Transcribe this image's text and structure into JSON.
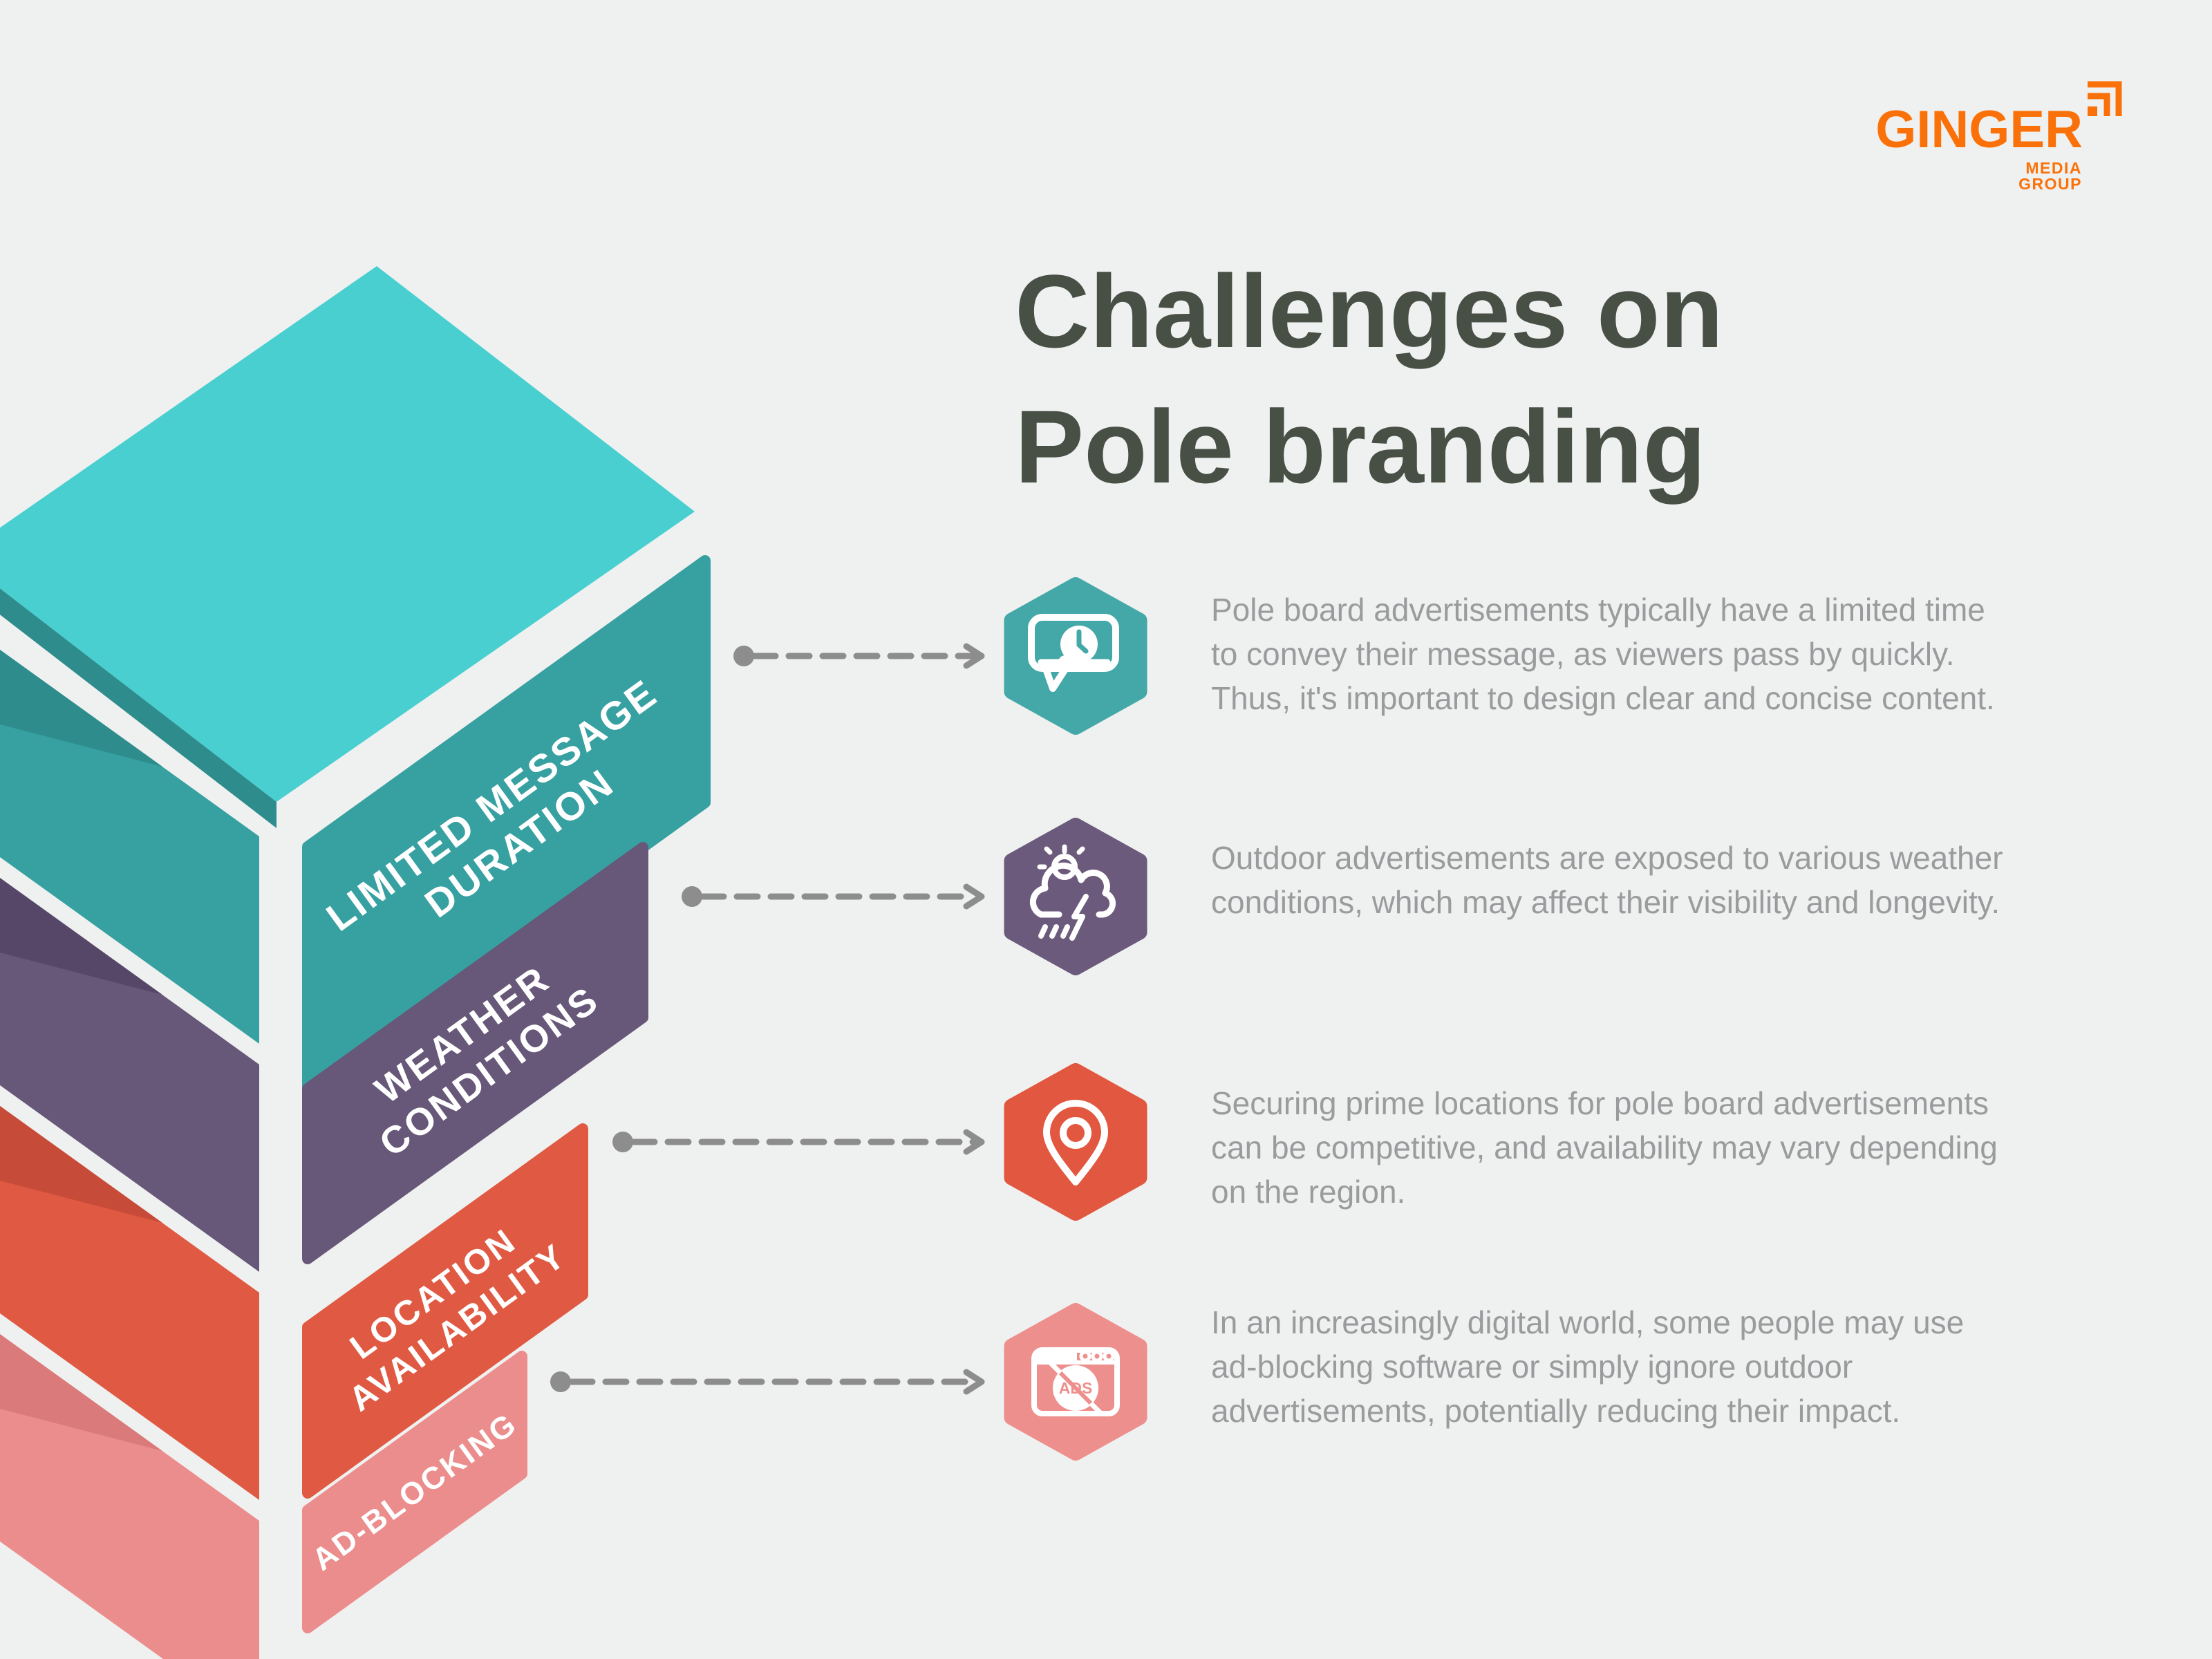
{
  "page": {
    "background_color": "#EFF1F0",
    "connector_color": "#8D8D8D",
    "body_text_color": "#9A9B9D"
  },
  "logo": {
    "brand": "GINGER",
    "tagline": "MEDIA GROUP",
    "color": "#FB7109"
  },
  "title": {
    "line1": "Challenges on",
    "line2": "Pole branding",
    "color": "#485046"
  },
  "stack": {
    "top_face_color": "#49CFD0",
    "layers": [
      {
        "id": "limited-message-duration",
        "label_lines": [
          "LIMITED MESSAGE",
          "DURATION"
        ],
        "face_color": "#37A0A1"
      },
      {
        "id": "weather-conditions",
        "label_lines": [
          "WEATHER",
          "CONDITIONS"
        ],
        "face_color": "#675778"
      },
      {
        "id": "location-availability",
        "label_lines": [
          "LOCATION",
          "AVAILABILITY"
        ],
        "face_color": "#E05A43"
      },
      {
        "id": "ad-blocking",
        "label_lines": [
          "AD-BLOCKING"
        ],
        "face_color": "#EB8D8C"
      }
    ]
  },
  "items": [
    {
      "icon": "speech-bubble-clock-icon",
      "hex_style": "color:#44A7A8",
      "description": " Pole board advertisements typically have a limited time to convey their message, as viewers pass by quickly. Thus, it's important to design clear and concise content."
    },
    {
      "icon": "storm-cloud-icon",
      "hex_style": "color:#6B5A7B",
      "description": " Outdoor advertisements are exposed to various weather conditions, which may affect their visibility and longevity."
    },
    {
      "icon": "location-pin-icon",
      "hex_style": "color:#E2573F",
      "description": "Securing prime locations for pole board advertisements can be competitive, and availability may vary depending on the region."
    },
    {
      "icon": "ad-block-browser-icon",
      "hex_style": "color:#ED8F8D",
      "ads_label": "ADS",
      "description": "In an increasingly digital world, some people may use ad-blocking software or simply ignore outdoor advertisements, potentially reducing their impact."
    }
  ]
}
